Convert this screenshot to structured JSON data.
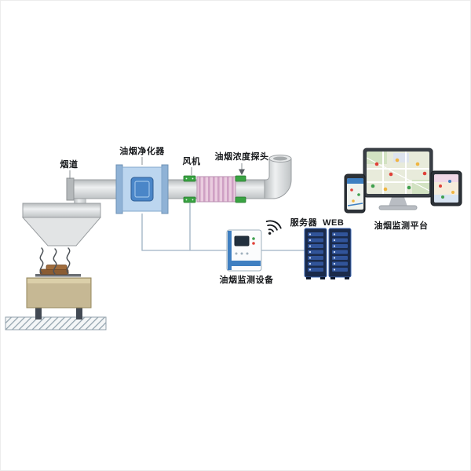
{
  "labels": {
    "duct": "烟道",
    "purifier": "油烟净化器",
    "fan": "风机",
    "probe": "油烟浓度探头",
    "device": "油烟监测设备",
    "server": "服务器",
    "web": "WEB",
    "platform": "油烟监测平台"
  },
  "colors": {
    "purifier_body": "#bcd6ef",
    "purifier_core": "#4a86c8",
    "clamp_green": "#3aa343",
    "hose_pink": "#eaccdf",
    "hose_rib": "#cfa0c4",
    "device_accent": "#3f7fc1",
    "server_body": "#1a2a4a",
    "server_slot": "#31549a",
    "stove_tan": "#c6b894",
    "marker_red": "#e04038",
    "marker_yellow": "#f0b540",
    "marker_green": "#3fa04e",
    "line_gray": "#9fb2c4"
  }
}
